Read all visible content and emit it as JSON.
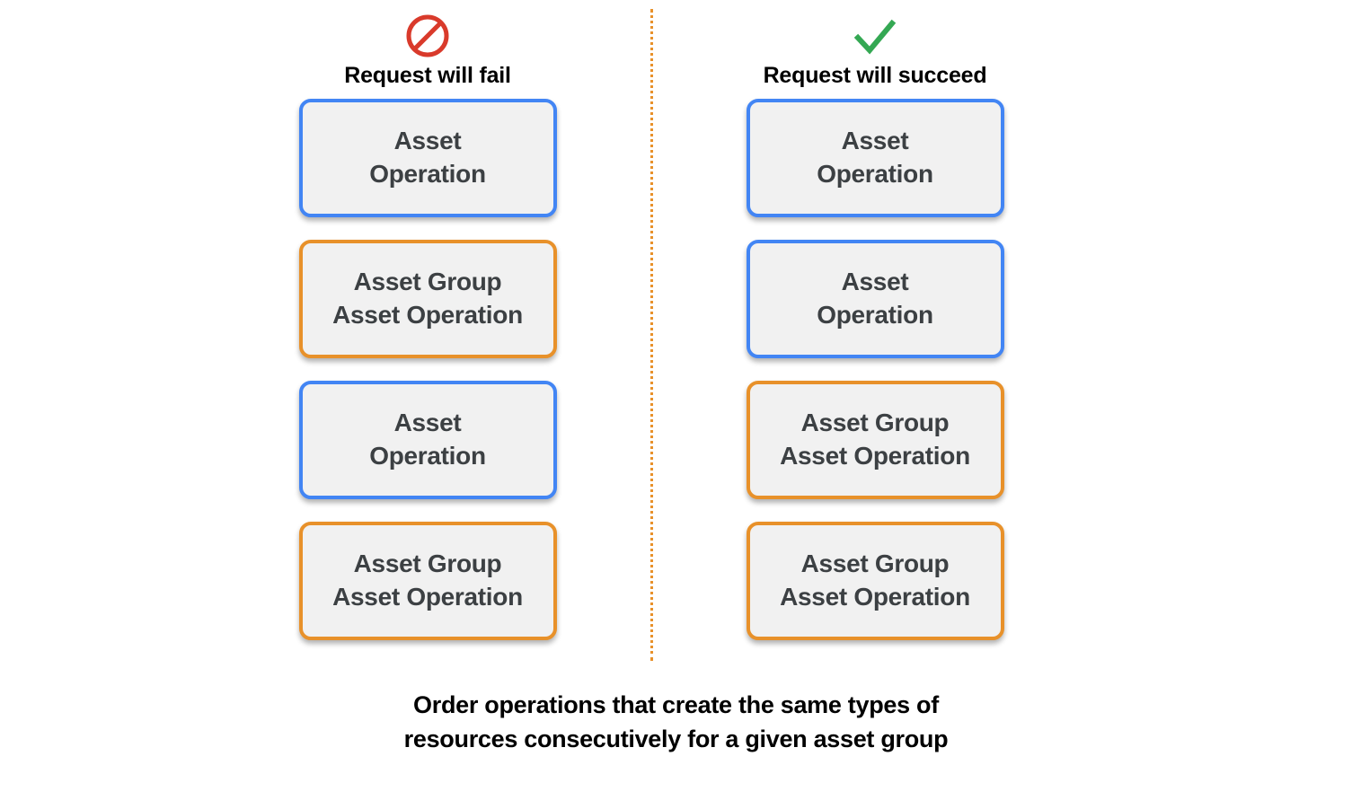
{
  "divider": {
    "style": "dotted",
    "color": "#e8912a"
  },
  "colors": {
    "blue": "#4285f4",
    "orange": "#e8912a",
    "fail_red": "#d93a2b",
    "success_green": "#34a853",
    "box_fill": "#f1f1f1",
    "box_text": "#3c4043",
    "caption_text": "#000000"
  },
  "columns": [
    {
      "id": "fail",
      "icon": "prohibition-icon",
      "label": "Request will fail",
      "boxes": [
        {
          "kind": "blue",
          "lines": [
            "Asset",
            "Operation"
          ]
        },
        {
          "kind": "orange",
          "lines": [
            "Asset Group",
            "Asset Operation"
          ]
        },
        {
          "kind": "blue",
          "lines": [
            "Asset",
            "Operation"
          ]
        },
        {
          "kind": "orange",
          "lines": [
            "Asset Group",
            "Asset Operation"
          ]
        }
      ]
    },
    {
      "id": "succeed",
      "icon": "checkmark-icon",
      "label": "Request will succeed",
      "boxes": [
        {
          "kind": "blue",
          "lines": [
            "Asset",
            "Operation"
          ]
        },
        {
          "kind": "blue",
          "lines": [
            "Asset",
            "Operation"
          ]
        },
        {
          "kind": "orange",
          "lines": [
            "Asset Group",
            "Asset Operation"
          ]
        },
        {
          "kind": "orange",
          "lines": [
            "Asset Group",
            "Asset Operation"
          ]
        }
      ]
    }
  ],
  "caption": {
    "lines": [
      "Order operations that create the same types of",
      "resources consecutively for a given asset group"
    ]
  }
}
